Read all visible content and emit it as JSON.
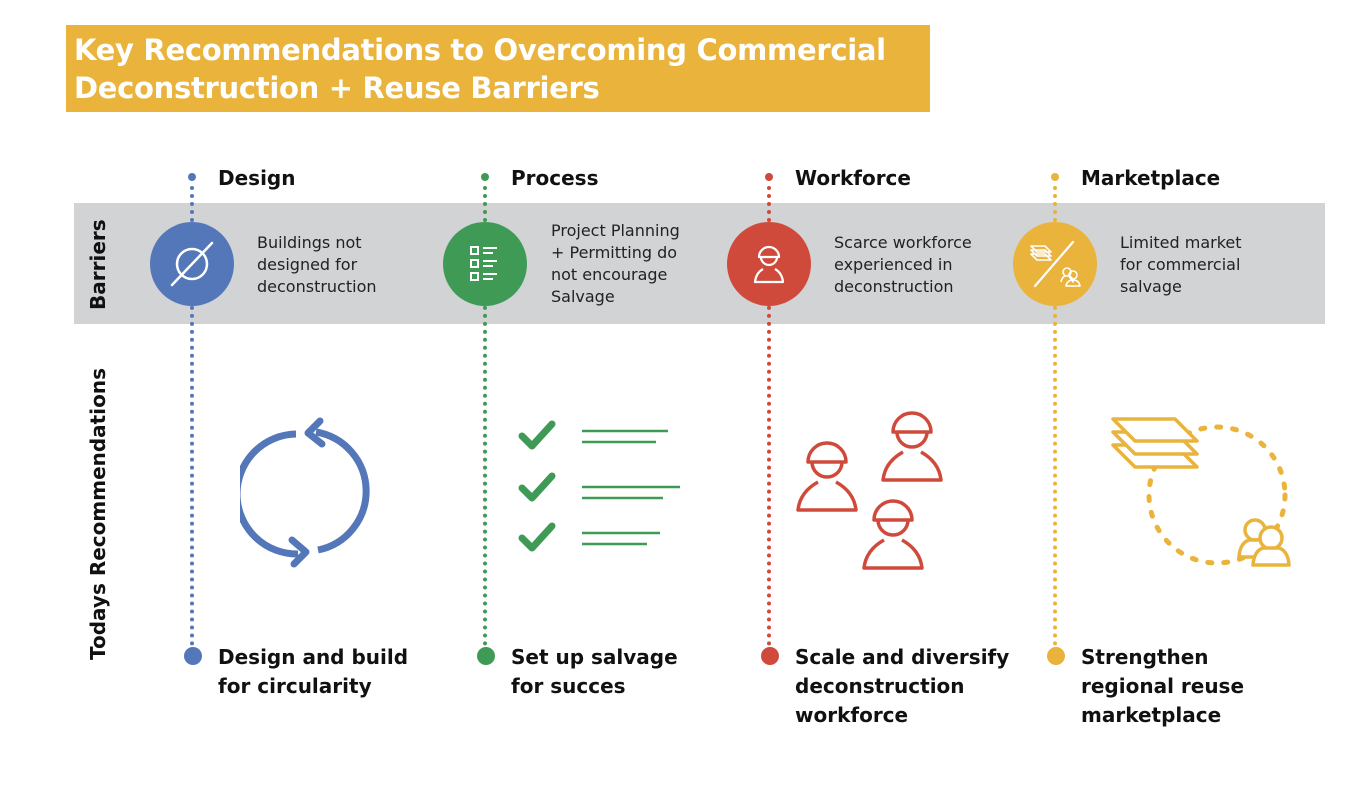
{
  "title": {
    "line1": "Key Recommendations to Overcoming Commercial",
    "line2": "Deconstruction + Reuse Barriers"
  },
  "colors": {
    "title_bg": "#e9b33c",
    "band_bg": "#d1d3d4",
    "design": "#5477b9",
    "process": "#3f9a56",
    "workforce": "#d04a3b",
    "marketplace": "#e9b33c"
  },
  "row_labels": {
    "barriers": "Barriers",
    "recommendations": "Todays Recommendations"
  },
  "columns": [
    {
      "key": "design",
      "heading": "Design",
      "barrier_icon": "empty-set-icon",
      "barrier_lines": [
        "Buildings not",
        "designed for",
        "deconstruction"
      ],
      "illustration": "circular-arrows-icon",
      "recommendation_lines": [
        "Design and build",
        "for circularity"
      ]
    },
    {
      "key": "process",
      "heading": "Process",
      "barrier_icon": "checklist-icon",
      "barrier_lines": [
        "Project Planning",
        "+ Permitting do",
        "not encourage",
        "Salvage"
      ],
      "illustration": "checkmark-list-icon",
      "recommendation_lines": [
        "Set up salvage",
        "for succes"
      ]
    },
    {
      "key": "workforce",
      "heading": "Workforce",
      "barrier_icon": "worker-icon",
      "barrier_lines": [
        "Scarce workforce",
        "experienced in",
        "deconstruction"
      ],
      "illustration": "workers-group-icon",
      "recommendation_lines": [
        "Scale and diversify",
        "deconstruction",
        "workforce"
      ]
    },
    {
      "key": "marketplace",
      "heading": "Marketplace",
      "barrier_icon": "materials-slash-people-icon",
      "barrier_lines": [
        "Limited market",
        "for commercial",
        "salvage"
      ],
      "illustration": "materials-cycle-people-icon",
      "recommendation_lines": [
        "Strengthen",
        "regional reuse",
        "marketplace"
      ]
    }
  ]
}
